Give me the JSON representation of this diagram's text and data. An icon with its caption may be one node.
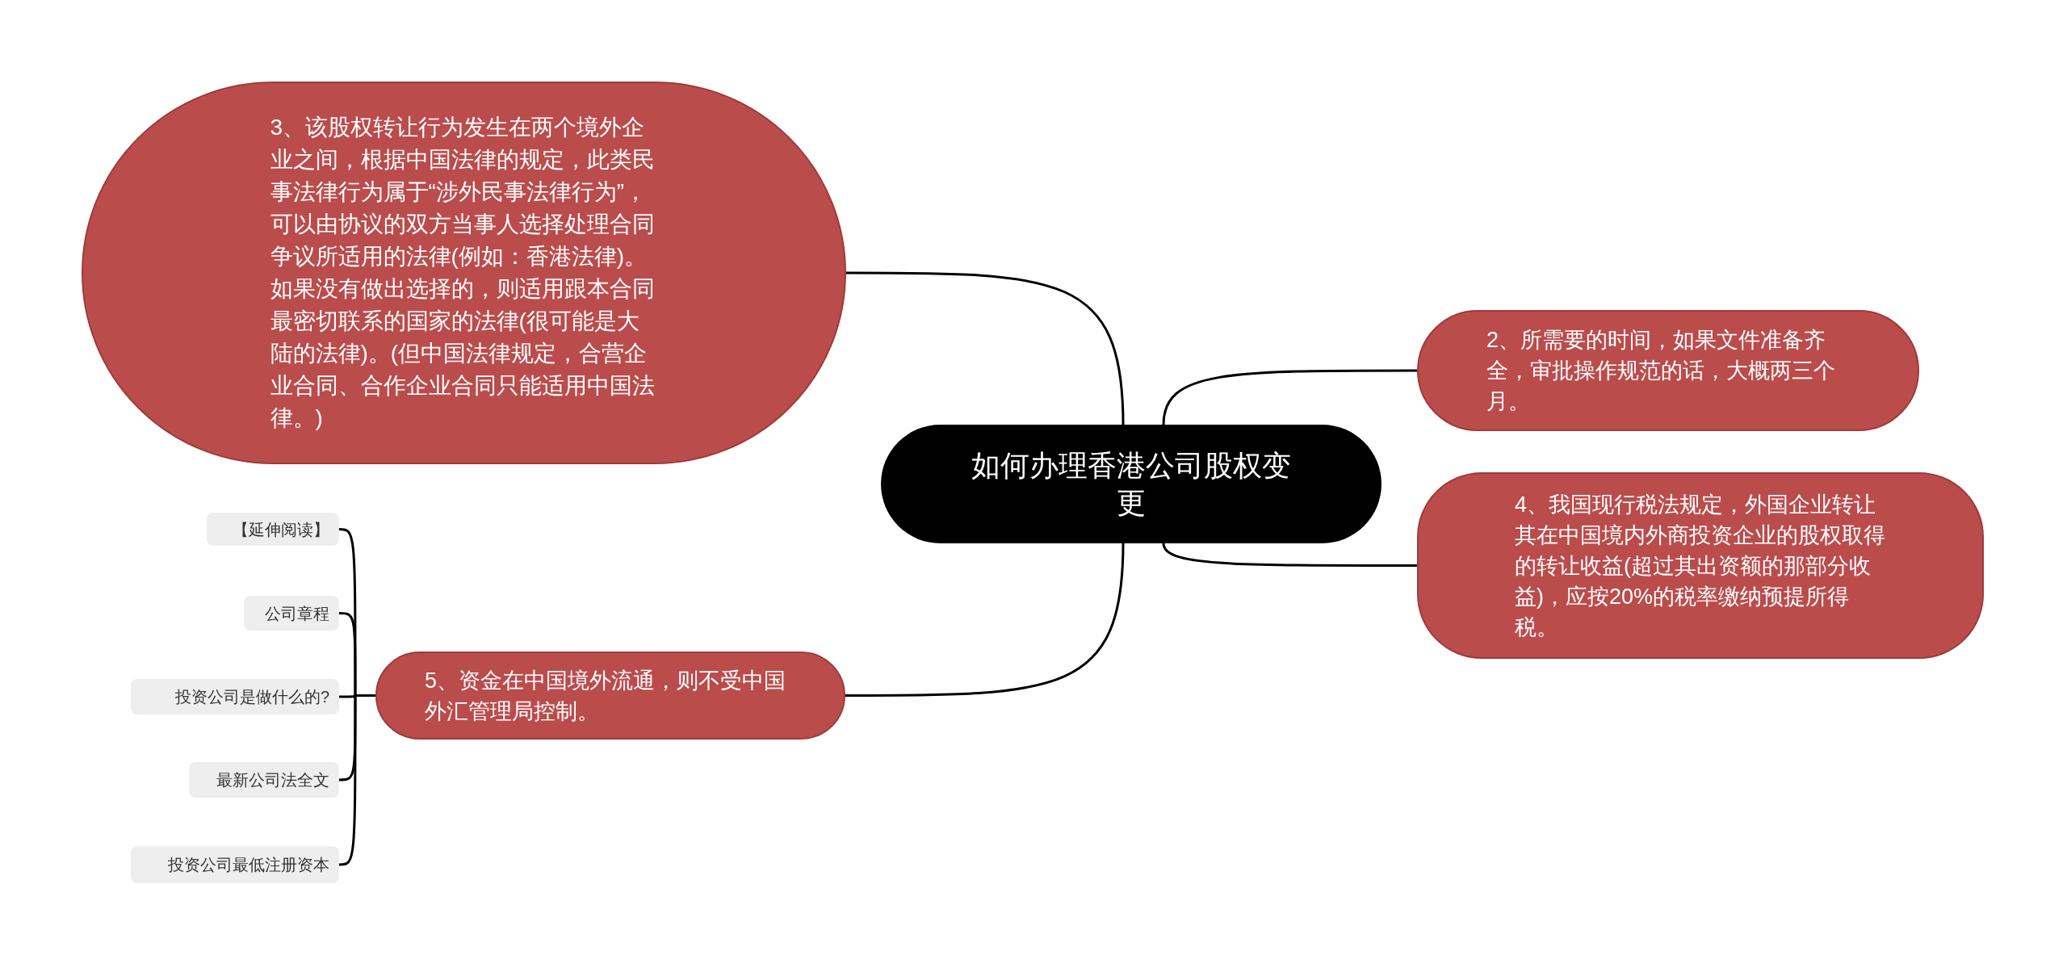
{
  "diagram": {
    "nodes": [
      {
        "text": [
          "如何办理香港公司股权变更"
        ]
      },
      {
        "text": [
          "3、该股权转让行为发生在两个境外企业之间，根据中国法律的规定，此类民事法律行为属于“涉外民事法律行为”，可以由协议的双方当事人选择处理合同争议所适用的法律(例如：香港法律)。如果没有做出选择的，则适用跟本合同最密切联系的国家的法律(很可能是大陆的法律)。(但中国法律规定，合营企业合同、合作企业合同只能适用中国法律。)"
        ]
      },
      {
        "text": [
          "2、所需要的时间，如果文件准备齐全，审批操作规范的话，大概两三个月。"
        ]
      },
      {
        "text": [
          "4、我国现行税法规定，外国企业转让其在中国境内外商投资企业的股权取得的转让收益(超过其出资额的那部分收益)，应按20%的税率缴纳预提所得税。"
        ]
      },
      {
        "text": [
          "5、资金在中国境外流通，则不受中国外汇管理局控制。"
        ]
      },
      {
        "text": [
          "【延伸阅读】"
        ]
      },
      {
        "text": [
          "公司章程"
        ]
      },
      {
        "text": [
          "投资公司是做什么的?"
        ]
      },
      {
        "text": [
          "最新公司法全文"
        ]
      },
      {
        "text": [
          "投资公司最低注册资本"
        ]
      }
    ],
    "edges": [
      {
        "from": 0,
        "to": 1,
        "arrow": "none"
      },
      {
        "from": 0,
        "to": 2,
        "arrow": "none"
      },
      {
        "from": 0,
        "to": 3,
        "arrow": "none"
      },
      {
        "from": 0,
        "to": 4,
        "arrow": "none"
      },
      {
        "from": 4,
        "to": 5,
        "arrow": "none"
      },
      {
        "from": 4,
        "to": 6,
        "arrow": "none"
      },
      {
        "from": 4,
        "to": 7,
        "arrow": "none"
      },
      {
        "from": 4,
        "to": 8,
        "arrow": "none"
      },
      {
        "from": 4,
        "to": 9,
        "arrow": "none"
      }
    ]
  }
}
